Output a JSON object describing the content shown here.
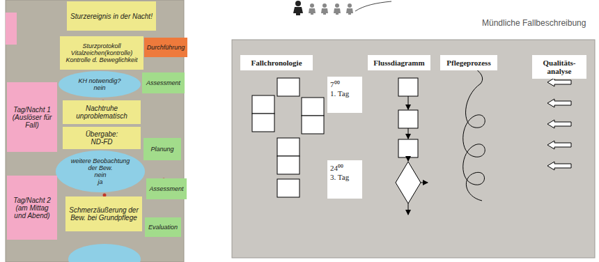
{
  "diagram": {
    "nodes": [
      {
        "text": [
          "Sturzereignis in der Nacht!"
        ]
      },
      {
        "text": [
          "Sturzprotokoll",
          "Vitalzeichen(kontrolle)",
          "Kontrolle d. Beweglichkeit"
        ]
      },
      {
        "text": [
          "Durchführung"
        ]
      },
      {
        "text": [
          "Tag/Nacht 1",
          "(Auslöser für Fall)"
        ]
      },
      {
        "text": [
          "KH notwendig?",
          "nein"
        ]
      },
      {
        "text": [
          "Assessment"
        ]
      },
      {
        "text": [
          "Nachtruhe unproblematisch"
        ]
      },
      {
        "text": [
          "Übergabe:",
          "ND-FD"
        ]
      },
      {
        "text": [
          "Planung"
        ]
      },
      {
        "text": [
          "weitere Beobachtung der Bew.",
          "nein",
          "ja"
        ]
      },
      {
        "text": [
          "Tag/Nacht 2",
          "(am Mittag und Abend)"
        ]
      },
      {
        "text": [
          "Assessment"
        ]
      },
      {
        "text": [
          "Schmerzäußerung der Bew. bei Grundpflege"
        ]
      },
      {
        "text": [
          "Evaluation"
        ]
      },
      {
        "text": [
          "Fallchronologie"
        ]
      },
      {
        "text": [
          "Flussdiagramm"
        ]
      },
      {
        "text": [
          "Pflegeprozess"
        ]
      },
      {
        "text": [
          "Qualitäts- analyse"
        ]
      },
      {
        "text": [
          "7⁰⁰",
          "1. Tag"
        ]
      },
      {
        "text": [
          "24⁰⁰",
          "3. Tag"
        ]
      }
    ],
    "labels": [
      "Mündliche Fallbeschreibung"
    ]
  }
}
